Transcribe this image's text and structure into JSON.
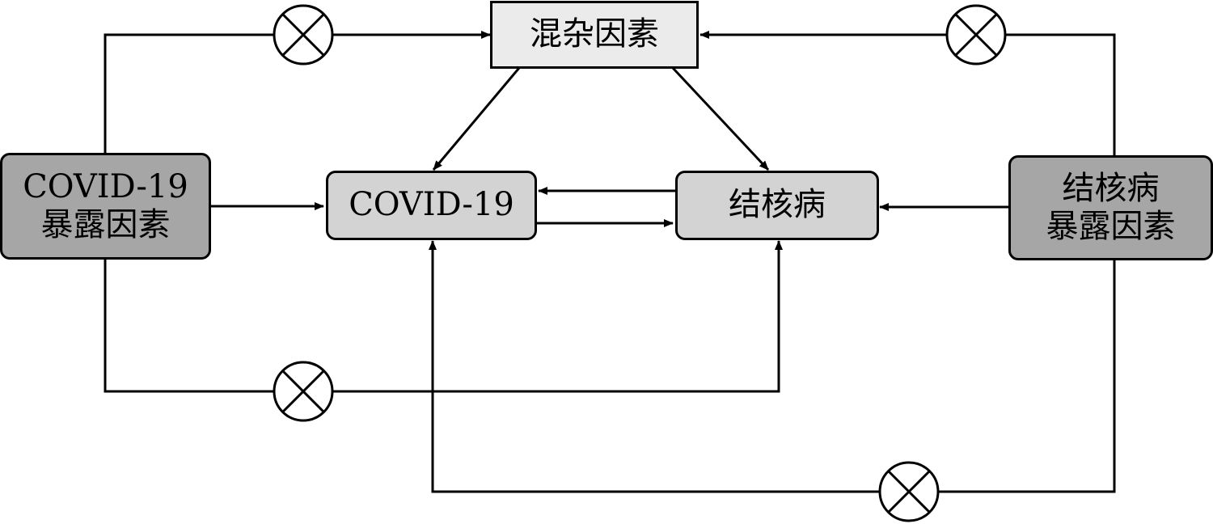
{
  "nodes": {
    "confounder": {
      "label": "混杂因素"
    },
    "covid_exposure": {
      "line1": "COVID-19",
      "line2": "暴露因素"
    },
    "covid": {
      "label": "COVID-19"
    },
    "tb": {
      "label": "结核病"
    },
    "tb_exposure": {
      "line1": "结核病",
      "line2": "暴露因素"
    }
  },
  "colors": {
    "confounder_fill": "#ebebeb",
    "outcome_fill": "#d3d3d3",
    "exposure_fill": "#a6a6a6",
    "stroke": "#000000"
  },
  "icons": {
    "blocked_path": "circled-times-icon"
  }
}
